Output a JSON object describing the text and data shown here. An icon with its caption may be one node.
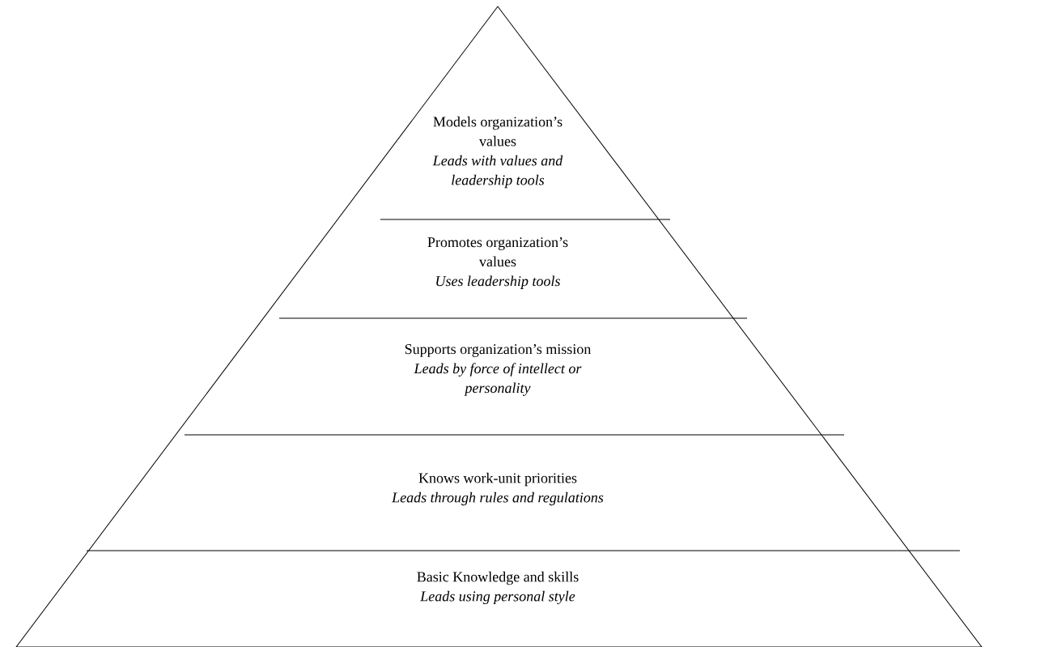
{
  "diagram": {
    "nodes": [
      {
        "text": [
          "Models organization’s values",
          "Leads with values and leadership tools"
        ]
      },
      {
        "text": [
          "Promotes organization’s values",
          "Uses leadership tools"
        ]
      },
      {
        "text": [
          "Supports organization’s mission",
          "Leads by force of intellect or personality"
        ]
      },
      {
        "text": [
          "Knows work-unit priorities",
          "Leads through rules and regulations"
        ]
      },
      {
        "text": [
          "Basic Knowledge and skills",
          "Leads using personal style"
        ]
      }
    ]
  }
}
